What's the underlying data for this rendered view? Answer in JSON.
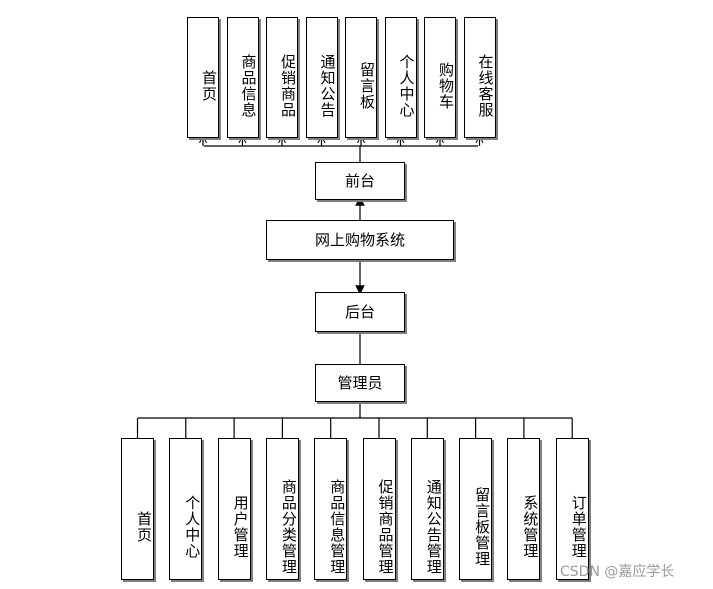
{
  "diagram": {
    "front_modules": [
      "首页",
      "商品信息",
      "促销商品",
      "通知公告",
      "留言板",
      "个人中心",
      "购物车",
      "在线客服"
    ],
    "front_node": "前台",
    "system_node": "网上购物系统",
    "back_node": "后台",
    "admin_node": "管理员",
    "admin_modules": [
      "首页",
      "个人中心",
      "用户管理",
      "商品分类管理",
      "商品信息管理",
      "促销商品管理",
      "通知公告管理",
      "留言板管理",
      "系统管理",
      "订单管理"
    ]
  },
  "watermark": "CSDN @嘉应学长"
}
